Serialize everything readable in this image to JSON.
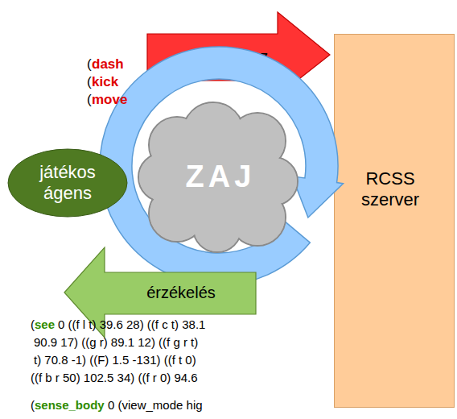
{
  "diagram": {
    "nodes": [
      {
        "text": [
          "válasz"
        ]
      },
      {
        "text": [
          "játékos ágens"
        ]
      },
      {
        "text": [
          "ZAJ"
        ]
      },
      {
        "text": [
          "RCSS szerver"
        ]
      },
      {
        "text": [
          "érzékelés"
        ]
      }
    ],
    "labels": [
      "(",
      "dash",
      "(",
      "kick",
      "(",
      "move",
      "(",
      "see",
      "0 ((f l t) 39.6 28) ((f c t) 38.1",
      "90.9 17) ((g r) 89.1 12) ((f g r t)",
      "t) 70.8 -1) ((F) 1.5 -131) ((f t 0)",
      "((f b r 50) 102.5 34) ((f r 0) 94.6",
      "(",
      "sense_body",
      "0 (view_mode hig"
    ]
  }
}
